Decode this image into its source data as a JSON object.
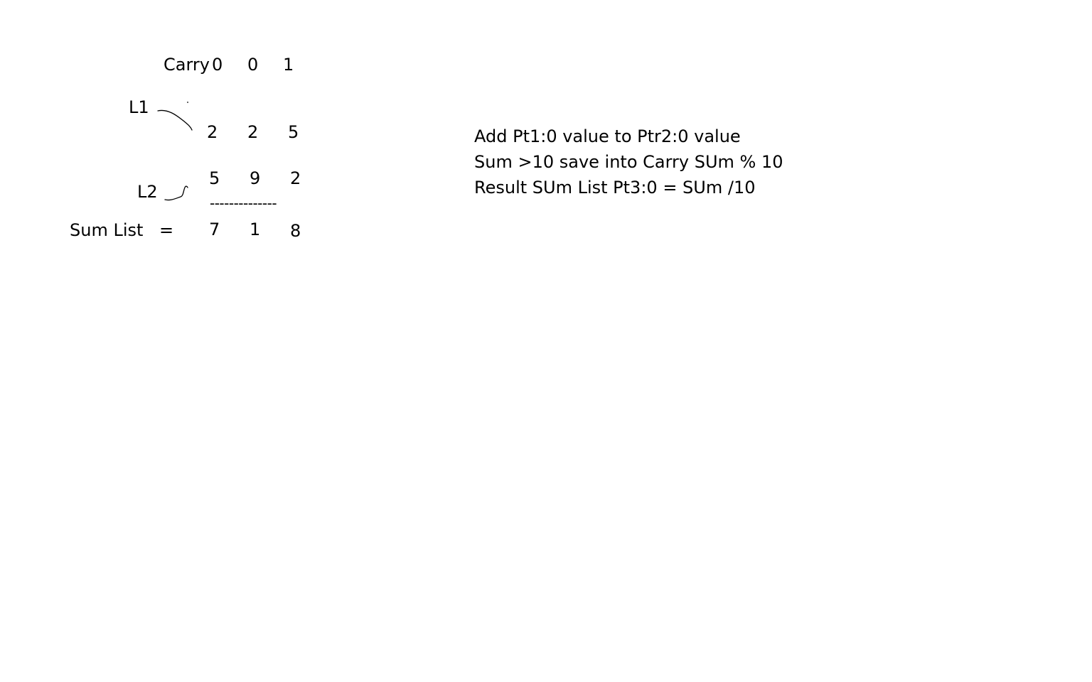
{
  "carry": {
    "label": "Carry",
    "digits": [
      "0",
      "0",
      "1"
    ]
  },
  "list1": {
    "label": "L1",
    "digits": [
      "2",
      "2",
      "5"
    ]
  },
  "list2": {
    "label": "L2",
    "digits": [
      "5",
      "9",
      "2"
    ]
  },
  "divider": "--------------",
  "sum": {
    "label": "Sum List",
    "equals": "=",
    "digits": [
      "7",
      "1",
      "8"
    ]
  },
  "notes": [
    "Add Pt1:0 value to Ptr2:0 value",
    "Sum >10 save into Carry SUm % 10",
    "Result SUm List Pt3:0 = SUm /10"
  ]
}
